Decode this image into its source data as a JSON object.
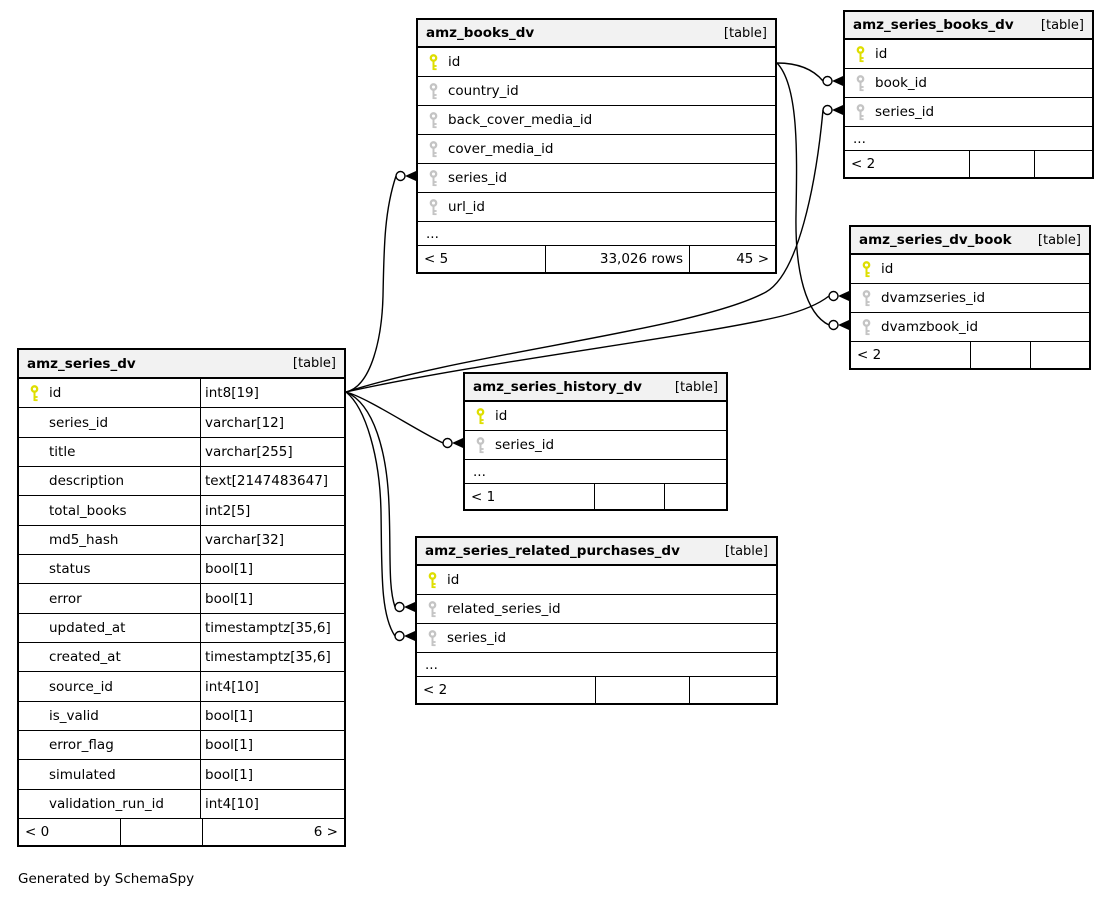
{
  "footer_note": "Generated by SchemaSpy",
  "colors": {
    "primary_key": "#dede00",
    "foreign_key": "#c4c4c4",
    "header_bg": "#f2f2f2",
    "line": "#000000"
  },
  "tables": [
    {
      "name": "amz_books_dv",
      "badge": "[table]",
      "columns": [
        {
          "name": "id",
          "key": "pk"
        },
        {
          "name": "country_id",
          "key": "fk"
        },
        {
          "name": "back_cover_media_id",
          "key": "fk"
        },
        {
          "name": "cover_media_id",
          "key": "fk"
        },
        {
          "name": "series_id",
          "key": "fk"
        },
        {
          "name": "url_id",
          "key": "fk"
        }
      ],
      "ellipsis": "...",
      "footer": [
        "< 5",
        "33,026 rows",
        "45 >"
      ]
    },
    {
      "name": "amz_series_books_dv",
      "badge": "[table]",
      "columns": [
        {
          "name": "id",
          "key": "pk"
        },
        {
          "name": "book_id",
          "key": "fk"
        },
        {
          "name": "series_id",
          "key": "fk"
        }
      ],
      "ellipsis": "...",
      "footer": [
        "< 2",
        "",
        ""
      ]
    },
    {
      "name": "amz_series_dv_book",
      "badge": "[table]",
      "columns": [
        {
          "name": "id",
          "key": "pk"
        },
        {
          "name": "dvamzseries_id",
          "key": "fk"
        },
        {
          "name": "dvamzbook_id",
          "key": "fk"
        }
      ],
      "ellipsis": null,
      "footer": [
        "< 2",
        "",
        ""
      ]
    },
    {
      "name": "amz_series_dv",
      "badge": "[table]",
      "columns": [
        {
          "name": "id",
          "key": "pk",
          "type": "int8[19]"
        },
        {
          "name": "series_id",
          "key": null,
          "type": "varchar[12]"
        },
        {
          "name": "title",
          "key": null,
          "type": "varchar[255]"
        },
        {
          "name": "description",
          "key": null,
          "type": "text[2147483647]"
        },
        {
          "name": "total_books",
          "key": null,
          "type": "int2[5]"
        },
        {
          "name": "md5_hash",
          "key": null,
          "type": "varchar[32]"
        },
        {
          "name": "status",
          "key": null,
          "type": "bool[1]"
        },
        {
          "name": "error",
          "key": null,
          "type": "bool[1]"
        },
        {
          "name": "updated_at",
          "key": null,
          "type": "timestamptz[35,6]"
        },
        {
          "name": "created_at",
          "key": null,
          "type": "timestamptz[35,6]"
        },
        {
          "name": "source_id",
          "key": null,
          "type": "int4[10]"
        },
        {
          "name": "is_valid",
          "key": null,
          "type": "bool[1]"
        },
        {
          "name": "error_flag",
          "key": null,
          "type": "bool[1]"
        },
        {
          "name": "simulated",
          "key": null,
          "type": "bool[1]"
        },
        {
          "name": "validation_run_id",
          "key": null,
          "type": "int4[10]"
        }
      ],
      "ellipsis": null,
      "footer": [
        "< 0",
        "",
        "6 >"
      ]
    },
    {
      "name": "amz_series_history_dv",
      "badge": "[table]",
      "columns": [
        {
          "name": "id",
          "key": "pk"
        },
        {
          "name": "series_id",
          "key": "fk"
        }
      ],
      "ellipsis": "...",
      "footer": [
        "< 1",
        "",
        ""
      ]
    },
    {
      "name": "amz_series_related_purchases_dv",
      "badge": "[table]",
      "columns": [
        {
          "name": "id",
          "key": "pk"
        },
        {
          "name": "related_series_id",
          "key": "fk"
        },
        {
          "name": "series_id",
          "key": "fk"
        }
      ],
      "ellipsis": "...",
      "footer": [
        "< 2",
        "",
        ""
      ]
    }
  ]
}
